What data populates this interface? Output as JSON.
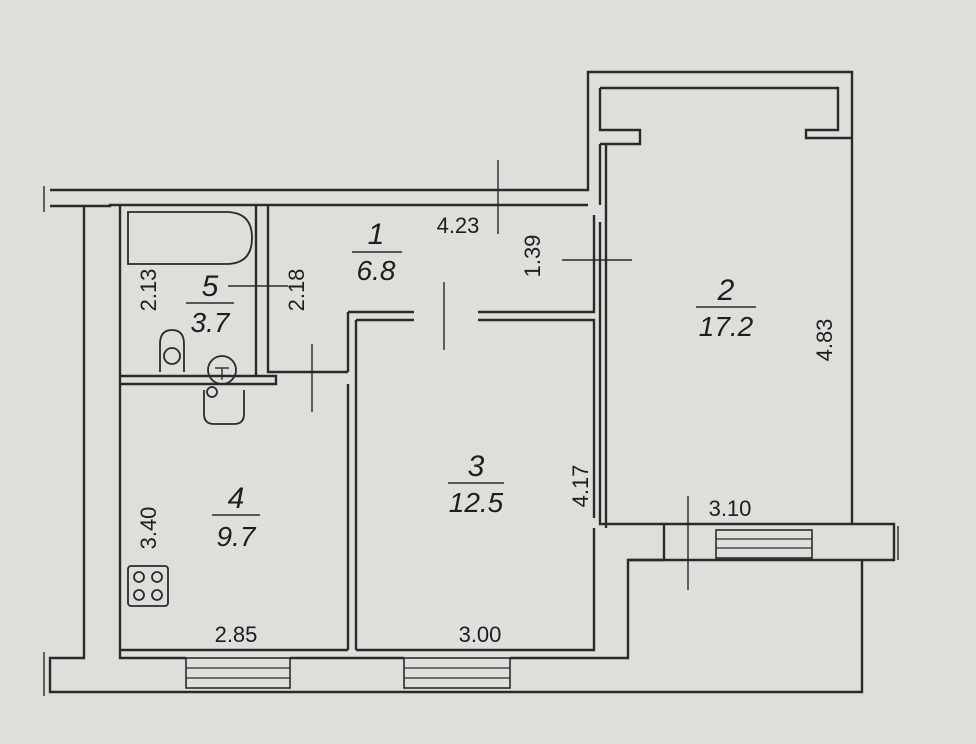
{
  "rooms": [
    {
      "id": "1",
      "number": "1",
      "area": "6.8"
    },
    {
      "id": "2",
      "number": "2",
      "area": "17.2"
    },
    {
      "id": "3",
      "number": "3",
      "area": "12.5"
    },
    {
      "id": "4",
      "number": "4",
      "area": "9.7"
    },
    {
      "id": "5",
      "number": "5",
      "area": "3.7"
    }
  ],
  "dimensions": {
    "hall_width": "4.23",
    "hall_depth": "1.39",
    "bath_depth": "2.13",
    "wc_depth": "2.18",
    "room2_depth": "4.83",
    "room2_width": "3.10",
    "room3_depth": "4.17",
    "room3_width": "3.00",
    "kitchen_depth": "3.40",
    "kitchen_width": "2.85"
  }
}
